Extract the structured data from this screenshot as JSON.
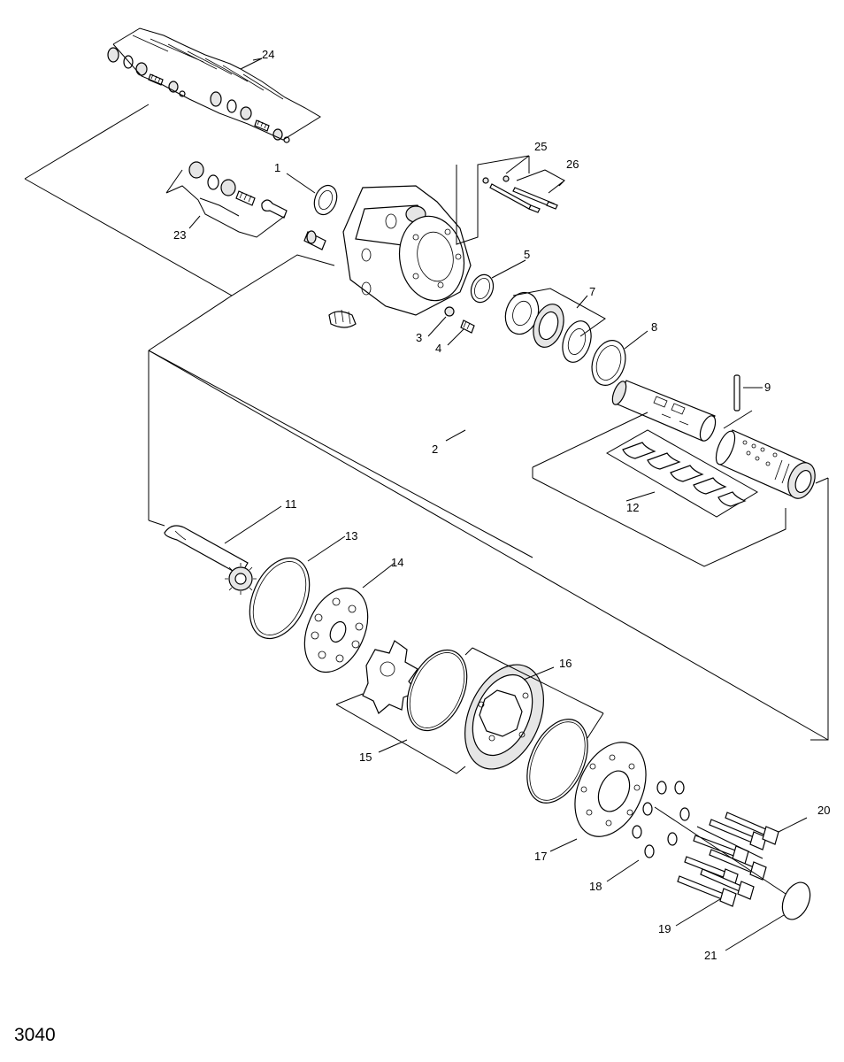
{
  "figure_number": "3040",
  "callouts": {
    "c1": "1",
    "c2": "2",
    "c3": "3",
    "c4": "4",
    "c5": "5",
    "c7": "7",
    "c8": "8",
    "c9": "9",
    "c11": "11",
    "c12": "12",
    "c13": "13",
    "c14": "14",
    "c15": "15",
    "c16": "16",
    "c17": "17",
    "c18": "18",
    "c19": "19",
    "c20": "20",
    "c21": "21",
    "c23": "23",
    "c24": "24",
    "c25": "25",
    "c26": "26"
  },
  "colors": {
    "line": "#000000",
    "background": "#ffffff",
    "part_shade": "#e6e6e6"
  }
}
